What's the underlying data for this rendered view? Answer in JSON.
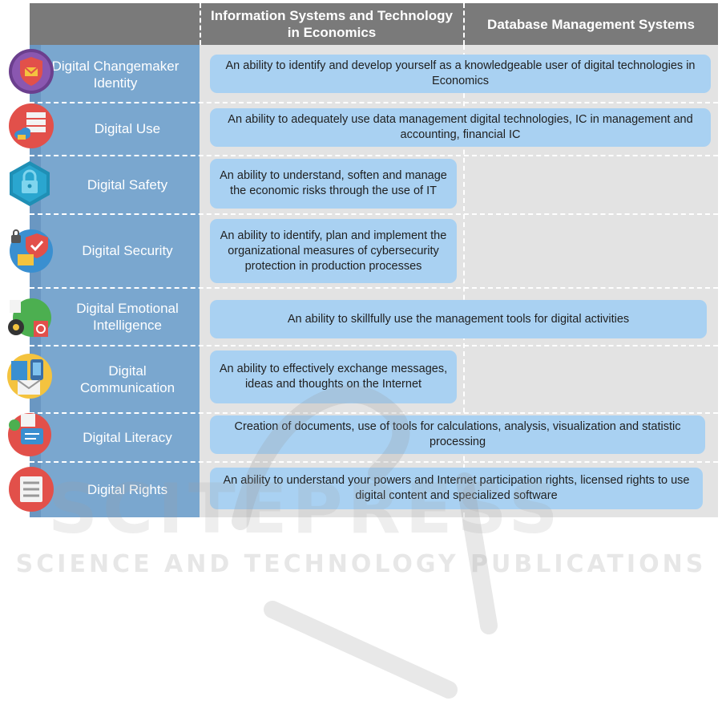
{
  "header": {
    "col1": "Information Systems and Technology in Economics",
    "col2": "Database   Management Systems"
  },
  "rows": [
    {
      "label": "Digital Changemaker Identity",
      "icon": "identity-shield-icon",
      "cell": "An ability to identify and develop yourself as a knowledgeable user of digital technologies in Economics"
    },
    {
      "label": "Digital Use",
      "icon": "server-cloud-icon",
      "cell": "An ability to adequately use data management digital technologies, IC in management and accounting, financial IC"
    },
    {
      "label": "Digital Safety",
      "icon": "padlock-icon",
      "cell": "An ability to understand, soften and manage the economic risks through the use   of IT"
    },
    {
      "label": "Digital Security",
      "icon": "security-shield-icon",
      "cell": "An ability to identify, plan and implement the organizational measures of cybersecurity protection in production processes"
    },
    {
      "label": "Digital Emotional Intelligence",
      "icon": "gears-analytics-icon",
      "cell": "An ability to skillfully use the management tools for digital activities"
    },
    {
      "label": "Digital Communication",
      "icon": "messages-icon",
      "cell": "An ability to effectively exchange messages, ideas and thoughts on the Internet"
    },
    {
      "label": "Digital Literacy",
      "icon": "documents-chat-icon",
      "cell": "Creation of documents, use of tools for calculations, analysis, visualization and statistic processing"
    },
    {
      "label": "Digital Rights",
      "icon": "rights-list-icon",
      "cell": "An ability to understand your powers and Internet participation rights, licensed rights to use   digital content and specialized software"
    }
  ],
  "watermark": {
    "text": "SCIENCE AND TECHNOLOGY PUBLICATIONS"
  },
  "colors": {
    "header": "#7a7a7a",
    "left_column": "#7aa7cf",
    "cell": "#a9d1f2",
    "grid": "#e3e3e3"
  }
}
